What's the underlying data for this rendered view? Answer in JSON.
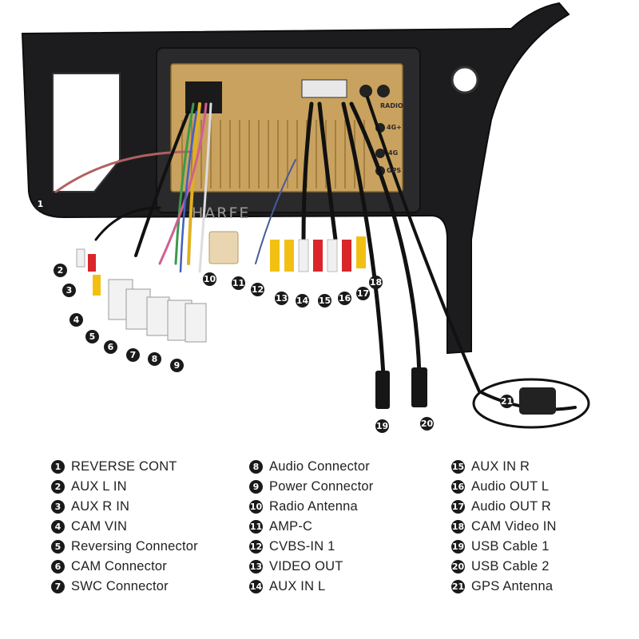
{
  "photo": {
    "brand_text": "HARFE",
    "port_labels": [
      "RADIO",
      "4G+",
      "4G",
      "GPS"
    ]
  },
  "legend": {
    "columns": [
      [
        {
          "n": "1",
          "label": "REVERSE CONT"
        },
        {
          "n": "2",
          "label": "AUX L IN"
        },
        {
          "n": "3",
          "label": "AUX R IN"
        },
        {
          "n": "4",
          "label": "CAM VIN"
        },
        {
          "n": "5",
          "label": "Reversing Connector"
        },
        {
          "n": "6",
          "label": "CAM Connector"
        },
        {
          "n": "7",
          "label": "SWC Connector"
        }
      ],
      [
        {
          "n": "8",
          "label": "Audio Connector"
        },
        {
          "n": "9",
          "label": "Power Connector"
        },
        {
          "n": "10",
          "label": "Radio Antenna"
        },
        {
          "n": "11",
          "label": "AMP-C"
        },
        {
          "n": "12",
          "label": "CVBS-IN 1"
        },
        {
          "n": "13",
          "label": "VIDEO OUT"
        },
        {
          "n": "14",
          "label": "AUX IN L"
        }
      ],
      [
        {
          "n": "15",
          "label": "AUX IN R"
        },
        {
          "n": "16",
          "label": "Audio OUT L"
        },
        {
          "n": "17",
          "label": "Audio OUT R"
        },
        {
          "n": "18",
          "label": "CAM Video IN"
        },
        {
          "n": "19",
          "label": "USB Cable 1"
        },
        {
          "n": "20",
          "label": "USB Cable 2"
        },
        {
          "n": "21",
          "label": "GPS Antenna"
        }
      ]
    ]
  },
  "callouts": [
    "1",
    "2",
    "3",
    "4",
    "5",
    "6",
    "7",
    "8",
    "9",
    "10",
    "11",
    "12",
    "13",
    "14",
    "15",
    "16",
    "17",
    "18",
    "19",
    "20",
    "21"
  ]
}
